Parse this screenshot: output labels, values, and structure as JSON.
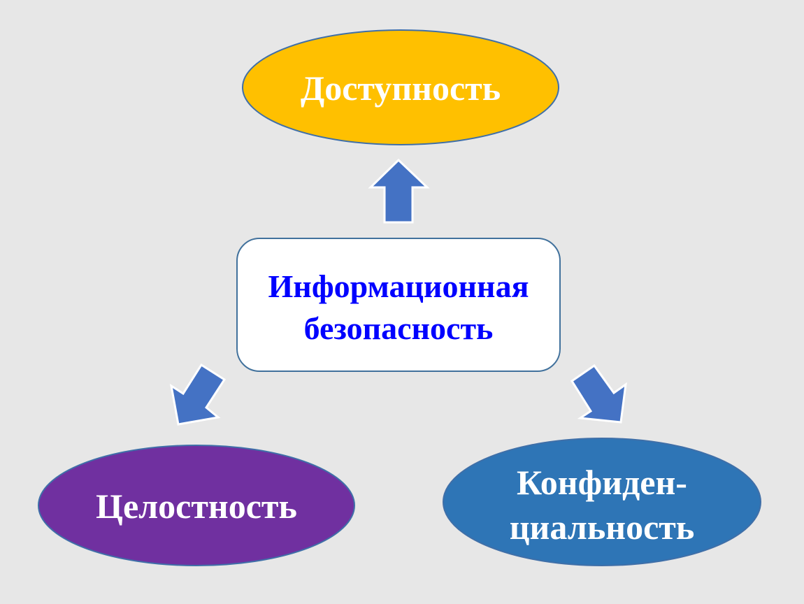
{
  "center": {
    "line1": "Информационная",
    "line2": "безопасность"
  },
  "nodes": {
    "top": {
      "label": "Доступность"
    },
    "left": {
      "label": "Целостность"
    },
    "right": {
      "line1": "Конфиден-",
      "line2": "циальность"
    }
  },
  "colors": {
    "background": "#e7e7e7",
    "top_fill": "#ffc000",
    "left_fill": "#7030a0",
    "right_fill": "#2e75b6",
    "arrow": "#4472c4",
    "center_text": "#0000ff"
  }
}
